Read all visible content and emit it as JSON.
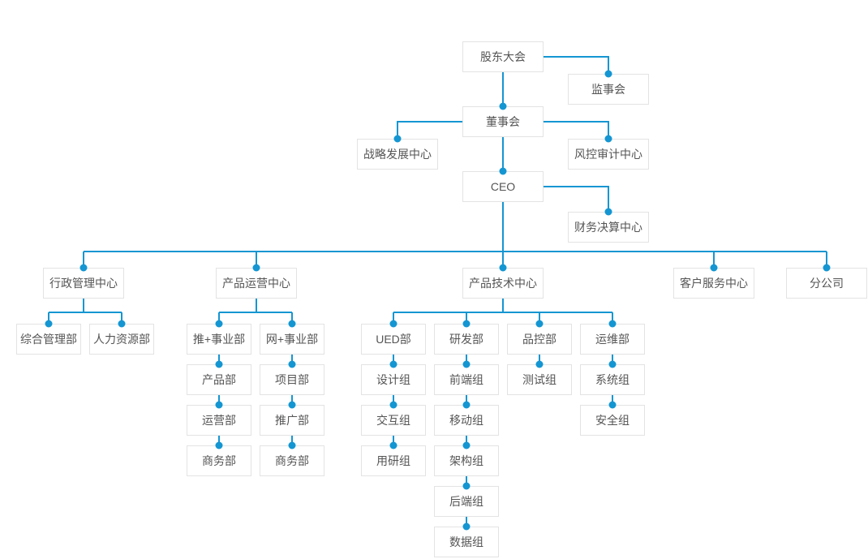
{
  "colors": {
    "accent": "#1496d2",
    "box_border": "#e3e3e3",
    "box_background": "#ffffff",
    "text": "#555555",
    "background": "#ffffff"
  },
  "org_chart": {
    "type": "organization-chart",
    "nodes": [
      {
        "id": "shareholders-meeting",
        "label": "股东大会",
        "parent": null
      },
      {
        "id": "supervisory-board",
        "label": "监事会",
        "parent": "股东大会"
      },
      {
        "id": "board-of-directors",
        "label": "董事会",
        "parent": "股东大会"
      },
      {
        "id": "strategy-development-center",
        "label": "战略发展中心",
        "parent": "董事会"
      },
      {
        "id": "risk-audit-center",
        "label": "风控审计中心",
        "parent": "董事会"
      },
      {
        "id": "ceo",
        "label": "CEO",
        "parent": "董事会"
      },
      {
        "id": "financial-settlement-center",
        "label": "财务决算中心",
        "parent": "CEO"
      },
      {
        "id": "admin-management-center",
        "label": "行政管理中心",
        "parent": "CEO"
      },
      {
        "id": "product-operation-center",
        "label": "产品运营中心",
        "parent": "CEO"
      },
      {
        "id": "product-technology-center",
        "label": "产品技术中心",
        "parent": "CEO"
      },
      {
        "id": "customer-service-center",
        "label": "客户服务中心",
        "parent": "CEO"
      },
      {
        "id": "branch-company",
        "label": "分公司",
        "parent": "CEO"
      },
      {
        "id": "general-management-dept",
        "label": "综合管理部",
        "parent": "行政管理中心"
      },
      {
        "id": "human-resources-dept",
        "label": "人力资源部",
        "parent": "行政管理中心"
      },
      {
        "id": "tui-plus-business-dept",
        "label": "推+事业部",
        "parent": "产品运营中心"
      },
      {
        "id": "wang-plus-business-dept",
        "label": "网+事业部",
        "parent": "产品运营中心"
      },
      {
        "id": "ued-dept",
        "label": "UED部",
        "parent": "产品技术中心"
      },
      {
        "id": "rnd-dept",
        "label": "研发部",
        "parent": "产品技术中心"
      },
      {
        "id": "quality-control-dept",
        "label": "品控部",
        "parent": "产品技术中心"
      },
      {
        "id": "ops-dept",
        "label": "运维部",
        "parent": "产品技术中心"
      },
      {
        "id": "product-dept",
        "label": "产品部",
        "parent": "推+事业部"
      },
      {
        "id": "project-dept",
        "label": "项目部",
        "parent": "网+事业部"
      },
      {
        "id": "design-group",
        "label": "设计组",
        "parent": "UED部"
      },
      {
        "id": "frontend-group",
        "label": "前端组",
        "parent": "研发部"
      },
      {
        "id": "testing-group",
        "label": "测试组",
        "parent": "品控部"
      },
      {
        "id": "system-group",
        "label": "系统组",
        "parent": "运维部"
      },
      {
        "id": "operation-dept",
        "label": "运营部",
        "parent": "产品部"
      },
      {
        "id": "promotion-dept",
        "label": "推广部",
        "parent": "项目部"
      },
      {
        "id": "interaction-group",
        "label": "交互组",
        "parent": "设计组"
      },
      {
        "id": "mobile-group",
        "label": "移动组",
        "parent": "前端组"
      },
      {
        "id": "security-group",
        "label": "安全组",
        "parent": "系统组"
      },
      {
        "id": "business-dept-1",
        "label": "商务部",
        "parent": "运营部"
      },
      {
        "id": "business-dept-2",
        "label": "商务部",
        "parent": "推广部"
      },
      {
        "id": "user-research-group",
        "label": "用研组",
        "parent": "交互组"
      },
      {
        "id": "architecture-group",
        "label": "架构组",
        "parent": "移动组"
      },
      {
        "id": "backend-group",
        "label": "后端组",
        "parent": "架构组"
      },
      {
        "id": "data-group",
        "label": "数据组",
        "parent": "后端组"
      }
    ]
  }
}
